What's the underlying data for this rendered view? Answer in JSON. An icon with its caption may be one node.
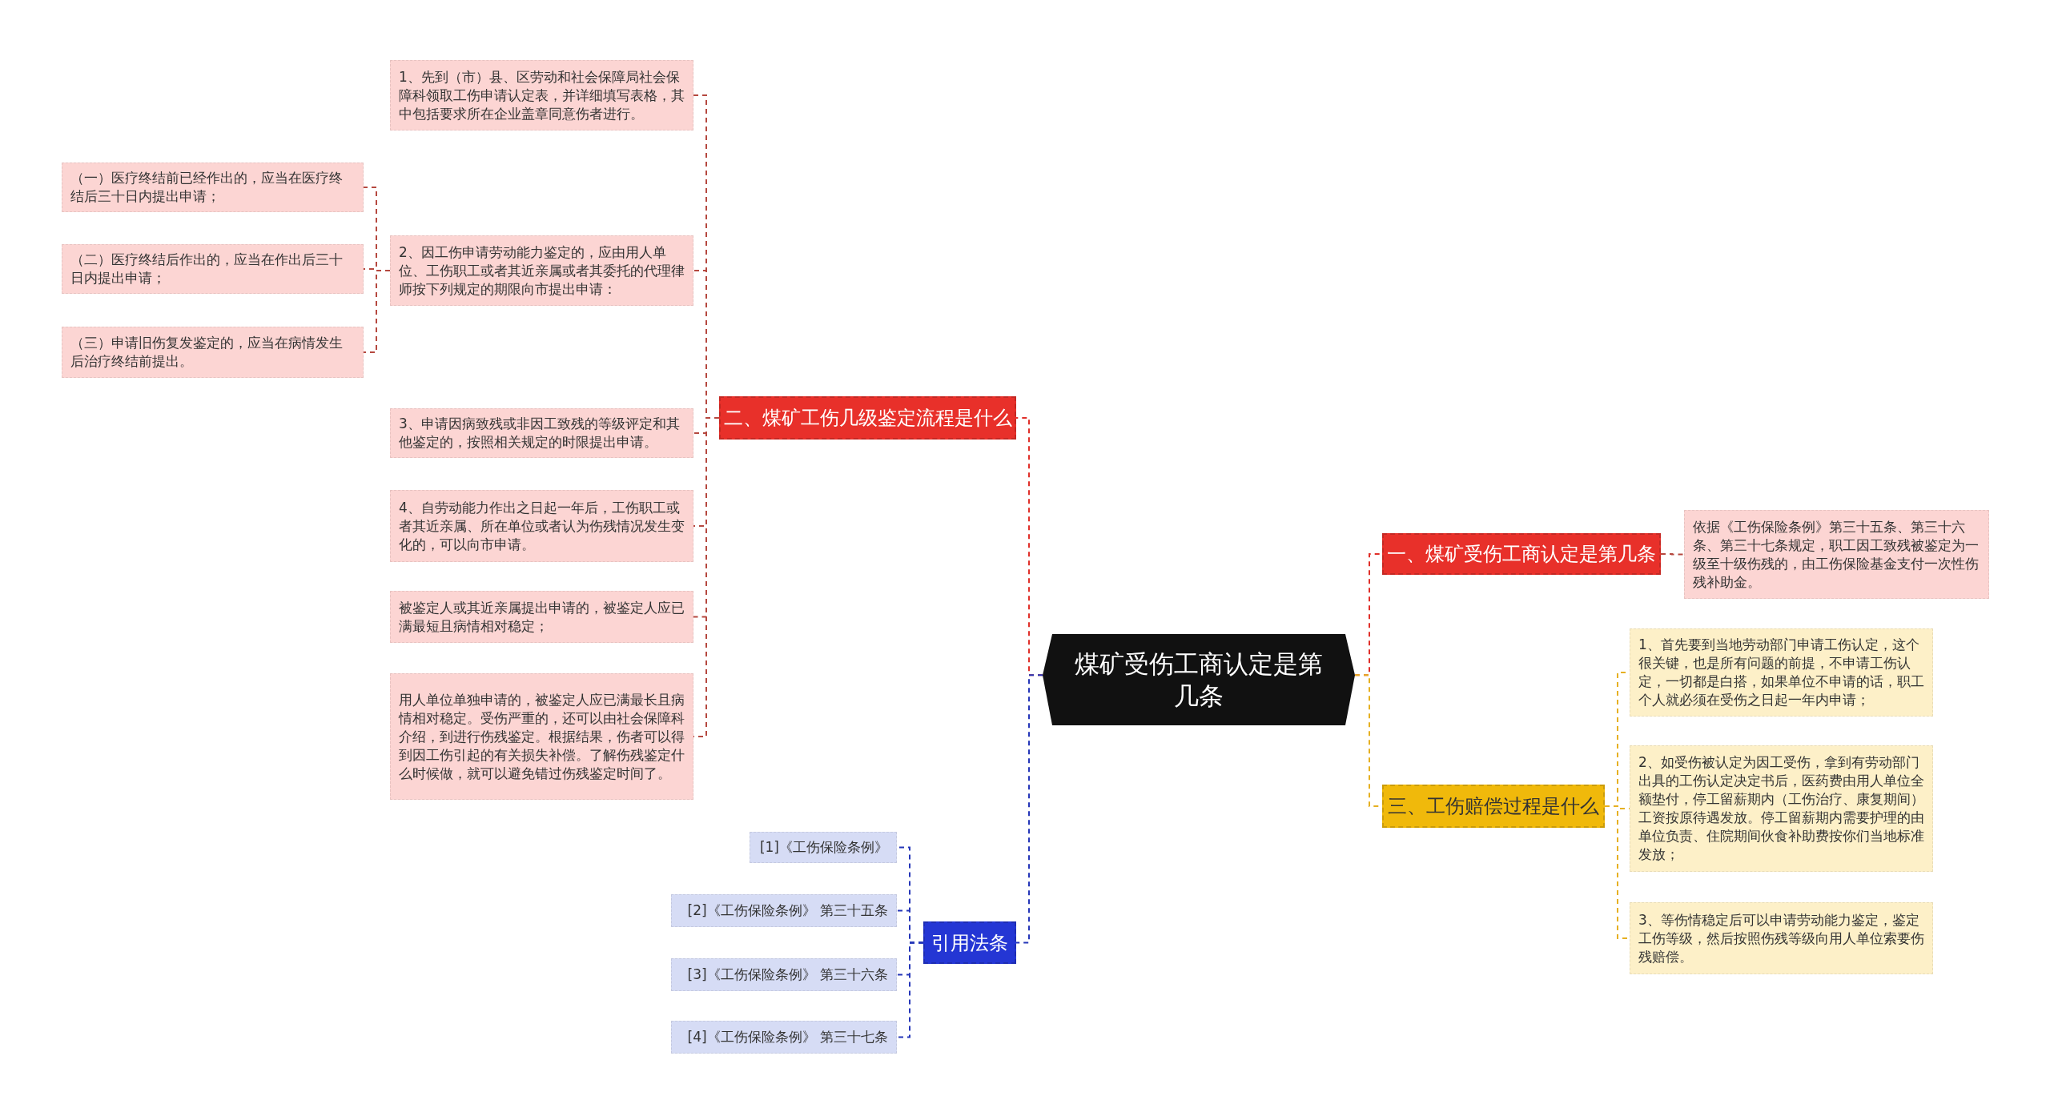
{
  "diagram": {
    "nodes": [
      {
        "text": [
          "煤矿受伤工商认定是第几条"
        ]
      },
      {
        "text": [
          "一、煤矿受伤工商认定是第几条"
        ]
      },
      {
        "text": [
          "依据《工伤保险条例》第三十五条、第三十六条、第三十七条规定，职工因工致残被鉴定为一级至十级伤残的，由工伤保险基金支付一次性伤残补助金。"
        ]
      },
      {
        "text": [
          "三、工伤赔偿过程是什么"
        ]
      },
      {
        "text": [
          "1、首先要到当地劳动部门申请工伤认定，这个很关键，也是所有问题的前提，不申请工伤认定，一切都是白搭，如果单位不申请的话，职工个人就必须在受伤之日起一年内申请；"
        ]
      },
      {
        "text": [
          "2、如受伤被认定为因工受伤，拿到有劳动部门出具的工伤认定决定书后，医药费由用人单位全额垫付，停工留薪期内（工伤治疗、康复期间）工资按原待遇发放。停工留薪期内需要护理的由单位负责、住院期间伙食补助费按你们当地标准发放；"
        ]
      },
      {
        "text": [
          "3、等伤情稳定后可以申请劳动能力鉴定，鉴定工伤等级，然后按照伤残等级向用人单位索要伤残赔偿。"
        ]
      },
      {
        "text": [
          "二、煤矿工伤几级鉴定流程是什么"
        ]
      },
      {
        "text": [
          "1、先到（市）县、区劳动和社会保障局社会保障科领取工伤申请认定表，并详细填写表格，其中包括要求所在企业盖章同意伤者进行。"
        ]
      },
      {
        "text": [
          "2、因工伤申请劳动能力鉴定的，应由用人单位、工伤职工或者其近亲属或者其委托的代理律师按下列规定的期限向市提出申请："
        ]
      },
      {
        "text": [
          "（一）医疗终结前已经作出的，应当在医疗终结后三十日内提出申请；"
        ]
      },
      {
        "text": [
          "（二）医疗终结后作出的，应当在作出后三十日内提出申请；"
        ]
      },
      {
        "text": [
          "（三）申请旧伤复发鉴定的，应当在病情发生后治疗终结前提出。"
        ]
      },
      {
        "text": [
          "3、申请因病致残或非因工致残的等级评定和其他鉴定的，按照相关规定的时限提出申请。"
        ]
      },
      {
        "text": [
          "4、自劳动能力作出之日起一年后，工伤职工或者其近亲属、所在单位或者认为伤残情况发生变化的，可以向市申请。"
        ]
      },
      {
        "text": [
          "被鉴定人或其近亲属提出申请的，被鉴定人应已满最短且病情相对稳定；"
        ]
      },
      {
        "text": [
          "用人单位单独申请的，被鉴定人应已满最长且病情相对稳定。受伤严重的，还可以由社会保障科介绍，到进行伤残鉴定。根据结果，伤者可以得到因工伤引起的有关损失补偿。了解伤残鉴定什么时候做，就可以避免错过伤残鉴定时间了。"
        ]
      },
      {
        "text": [
          "引用法条"
        ]
      },
      {
        "text": [
          "[1]《工伤保险条例》"
        ]
      },
      {
        "text": [
          "[2]《工伤保险条例》 第三十五条"
        ]
      },
      {
        "text": [
          "[3]《工伤保险条例》 第三十六条"
        ]
      },
      {
        "text": [
          "[4]《工伤保险条例》 第三十七条"
        ]
      }
    ],
    "edges": [
      {
        "from": 0,
        "to": 1,
        "arrow": "none",
        "style": "dashed",
        "color": "#e0302a"
      },
      {
        "from": 1,
        "to": 2,
        "arrow": "none",
        "style": "dashed",
        "color": "#b5483f"
      },
      {
        "from": 0,
        "to": 3,
        "arrow": "none",
        "style": "dashed",
        "color": "#e6b022"
      },
      {
        "from": 3,
        "to": 4,
        "arrow": "none",
        "style": "dashed",
        "color": "#e6b022"
      },
      {
        "from": 3,
        "to": 5,
        "arrow": "none",
        "style": "dashed",
        "color": "#e6b022"
      },
      {
        "from": 3,
        "to": 6,
        "arrow": "none",
        "style": "dashed",
        "color": "#e6b022"
      },
      {
        "from": 0,
        "to": 7,
        "arrow": "none",
        "style": "dashed",
        "color": "#e0302a"
      },
      {
        "from": 7,
        "to": 8,
        "arrow": "none",
        "style": "dashed",
        "color": "#b5483f"
      },
      {
        "from": 7,
        "to": 9,
        "arrow": "none",
        "style": "dashed",
        "color": "#b5483f"
      },
      {
        "from": 9,
        "to": 10,
        "arrow": "none",
        "style": "dashed",
        "color": "#b5483f"
      },
      {
        "from": 9,
        "to": 11,
        "arrow": "none",
        "style": "dashed",
        "color": "#b5483f"
      },
      {
        "from": 9,
        "to": 12,
        "arrow": "none",
        "style": "dashed",
        "color": "#b5483f"
      },
      {
        "from": 7,
        "to": 13,
        "arrow": "none",
        "style": "dashed",
        "color": "#b5483f"
      },
      {
        "from": 7,
        "to": 14,
        "arrow": "none",
        "style": "dashed",
        "color": "#b5483f"
      },
      {
        "from": 7,
        "to": 15,
        "arrow": "none",
        "style": "dashed",
        "color": "#b5483f"
      },
      {
        "from": 7,
        "to": 16,
        "arrow": "none",
        "style": "dashed",
        "color": "#b5483f"
      },
      {
        "from": 0,
        "to": 17,
        "arrow": "none",
        "style": "dashed",
        "color": "#2536b8"
      },
      {
        "from": 17,
        "to": 18,
        "arrow": "none",
        "style": "dashed",
        "color": "#2536b8"
      },
      {
        "from": 17,
        "to": 19,
        "arrow": "none",
        "style": "dashed",
        "color": "#2536b8"
      },
      {
        "from": 17,
        "to": 20,
        "arrow": "none",
        "style": "dashed",
        "color": "#2536b8"
      },
      {
        "from": 17,
        "to": 21,
        "arrow": "none",
        "style": "dashed",
        "color": "#2536b8"
      }
    ]
  }
}
